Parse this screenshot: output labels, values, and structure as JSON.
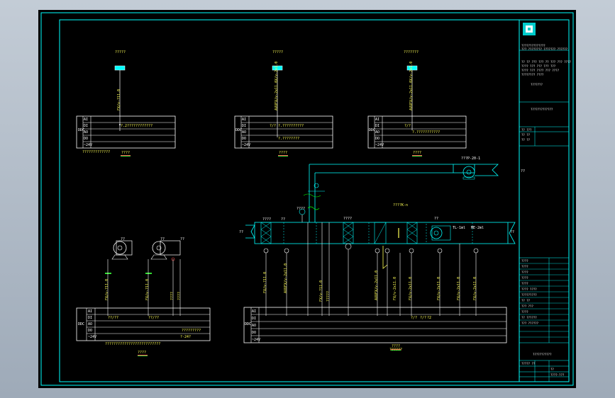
{
  "panels": {
    "p1": {
      "tag": "?????",
      "signal": "FX/v-?11.0",
      "rows": [
        "AI",
        "DI",
        "AO",
        "DO",
        "~24V"
      ],
      "row_note": "?.2????????????",
      "footnote": "?????????????",
      "title": "????"
    },
    "p2": {
      "tag": "?????",
      "signal": "AVUFX/v-2x11.0X/v-2x1.0",
      "rows": [
        "AI",
        "DI",
        "AO",
        "DO",
        "~24V"
      ],
      "row_note_ai": "?/?",
      "row_note_di": "?.??????????",
      "row_note_do": "?.????????",
      "title": "????"
    },
    "p3": {
      "tag": "???????",
      "signal": "AVUFX/v-2x11.0X/v-2x1.0",
      "rows": [
        "AI",
        "DI",
        "AO",
        "DO",
        "~24V"
      ],
      "row_note_ai": "?/?",
      "row_note_di": "?.???????????",
      "title": "????"
    },
    "ddc_label": "DDC",
    "ddc_label2": "DDC"
  },
  "ahu": {
    "duct_label": "???P-20-1",
    "label_center": "????K-n",
    "label_left": "??",
    "label_right": "??",
    "label_right2": "??",
    "fan_label": "TL-1ml",
    "fan_label2": "ME-2ml",
    "small_tags": [
      "????",
      "????",
      "????",
      "??",
      "??"
    ],
    "row_notes": [
      "?/?",
      "?/?",
      "?2"
    ],
    "title": "????",
    "title2": "??????"
  },
  "fans": {
    "f1": "??",
    "f2": "??",
    "f3": "??",
    "footnote": "??????????????????????????",
    "title": "????",
    "ao_note": "??/??",
    "do_note": "?????????",
    "note2": "?-24?"
  },
  "signals_bottom": [
    "FX/v-?11.0",
    "AVUFX/v-2x11.0",
    "FX/v-?11.0",
    "?????",
    "AVUFX/v-2x11.0",
    "FX/v-2x11.0",
    "FX/v-2x11.0",
    "FX/v-2x11.0",
    "FX/v-2x11.0",
    "FX/v-2x11.0"
  ],
  "fan_signals": [
    "FX/v-?11.0",
    "FX/v-?11.0",
    "????",
    "????"
  ],
  "title_block": {
    "company": "??????????????",
    "company_en": "??? ???????? ??????? ??????",
    "info1": "?? ?? ??? ??? ?? ??? ??? ????",
    "info2": "???? ??? ??? ??? ???",
    "info3": "???? ??? ???? ??? ????",
    "info4": "???????? ????",
    "project": "???????",
    "project2": "?????????????",
    "rows": [
      "?? ???",
      "?? ??",
      "?? ??"
    ],
    "sig_rows": [
      "????",
      "????",
      "????",
      "????",
      "????",
      "???? ????",
      "?????????",
      "?? ??",
      "??? ???",
      "????",
      "?? ??????",
      "??? ??????"
    ],
    "drawing_title": "???????????",
    "drawing_no": "????? ??",
    "sheet": "??",
    "ver": "????-???"
  },
  "colors": {
    "frame": "#00ffff",
    "wire": "#ffffff",
    "text": "#ffff55",
    "signal": "#00ff00",
    "title_line": "#ff4444"
  }
}
